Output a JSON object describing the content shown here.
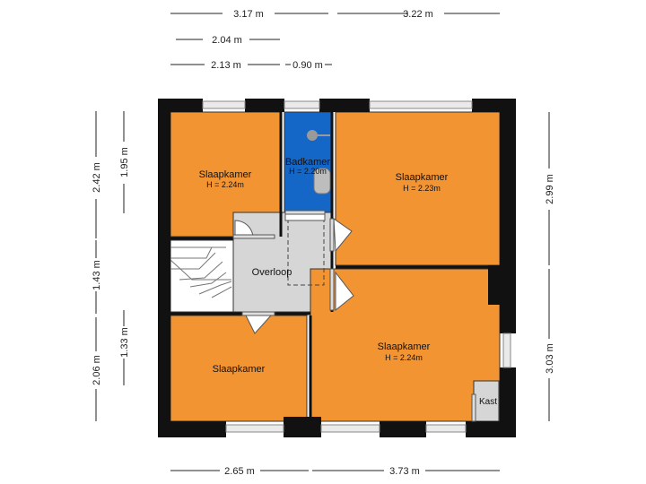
{
  "rooms": {
    "bedroom_top_left": {
      "name": "Slaapkamer",
      "height": "H = 2.24m"
    },
    "bathroom": {
      "name": "Badkamer",
      "height": "H = 2.20m"
    },
    "bedroom_top_right": {
      "name": "Slaapkamer",
      "height": "H = 2.23m"
    },
    "landing": {
      "name": "Overloop"
    },
    "bedroom_bottom_left": {
      "name": "Slaapkamer"
    },
    "bedroom_bottom_right": {
      "name": "Slaapkamer",
      "height": "H = 2.24m"
    },
    "closet": {
      "name": "Kast"
    }
  },
  "dimensions": {
    "top_left_total": "3.17 m",
    "top_right_total": "3.22 m",
    "top_mid_a": "2.04 m",
    "top_mid_b": "2.13 m",
    "top_mid_c": "0.90 m",
    "left_outer_top": "2.42 m",
    "left_inner_top": "1.95 m",
    "left_outer_mid": "1.43 m",
    "left_inner_bottom": "1.33 m",
    "left_outer_bottom": "2.06 m",
    "right_top": "2.99 m",
    "right_bottom": "3.03 m",
    "bottom_left": "2.65 m",
    "bottom_right": "3.73 m"
  },
  "colors": {
    "bedroom": "#f39433",
    "bathroom": "#1466c7",
    "landing": "#d6d6d6",
    "wall": "#111111",
    "window": "#eaeaea"
  }
}
